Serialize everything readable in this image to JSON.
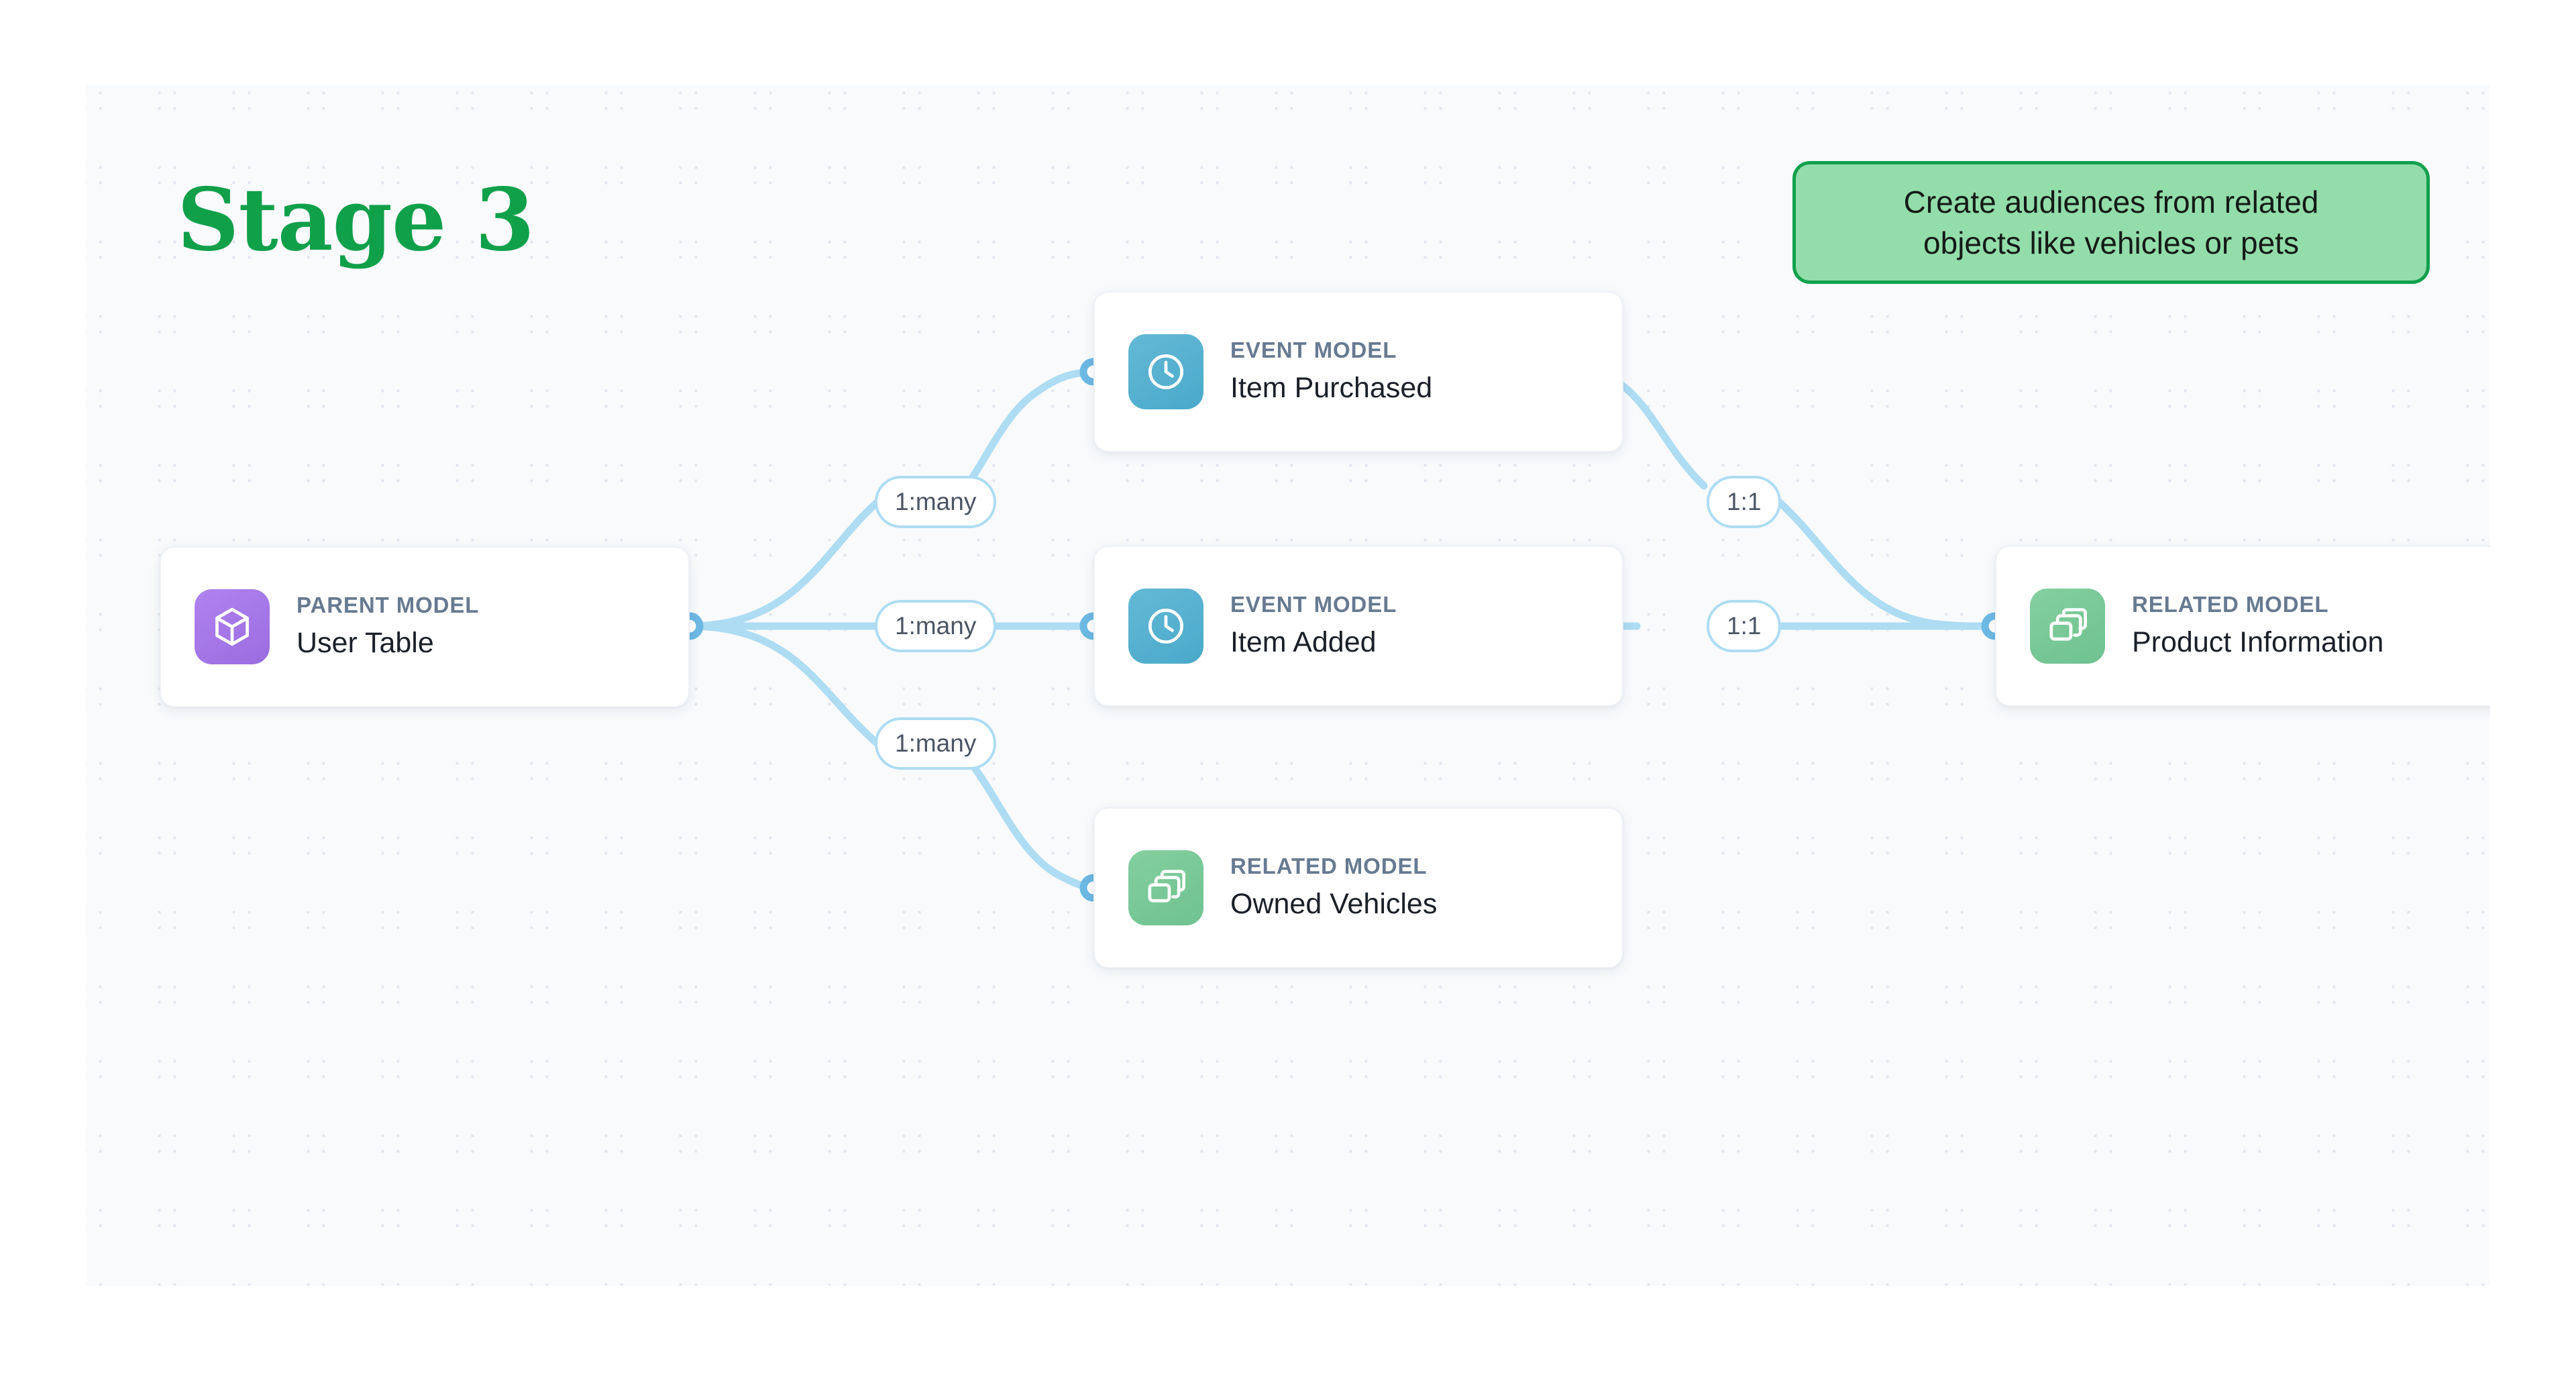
{
  "page": {
    "title": "Stage 3",
    "background": "#ffffff",
    "canvas_background": "#f8fafc",
    "title_color": "#10a04a"
  },
  "callout": {
    "lines": [
      "Create audiences from related",
      "objects like vehicles or pets"
    ],
    "fill": "#93ddaa",
    "border": "#12a04c"
  },
  "nodes": [
    {
      "id": "parent",
      "kind": "PARENT MODEL",
      "title": "User Table",
      "icon": "cube-icon",
      "icon_color": "#9a6ce0"
    },
    {
      "id": "event-purchased",
      "kind": "EVENT MODEL",
      "title": "Item Purchased",
      "icon": "clock-icon",
      "icon_color": "#4aa9c9"
    },
    {
      "id": "event-added",
      "kind": "EVENT MODEL",
      "title": "Item Added",
      "icon": "clock-icon",
      "icon_color": "#4aa9c9"
    },
    {
      "id": "related-vehicles",
      "kind": "RELATED MODEL",
      "title": "Owned Vehicles",
      "icon": "layers-icon",
      "icon_color": "#6fc290"
    },
    {
      "id": "related-product",
      "kind": "RELATED MODEL",
      "title": "Product Information",
      "icon": "layers-icon",
      "icon_color": "#6fc290"
    }
  ],
  "relationships": [
    {
      "id": "rel-1",
      "label": "1:many",
      "from": "parent",
      "to": "event-purchased"
    },
    {
      "id": "rel-2",
      "label": "1:many",
      "from": "parent",
      "to": "event-added"
    },
    {
      "id": "rel-3",
      "label": "1:many",
      "from": "parent",
      "to": "related-vehicles"
    },
    {
      "id": "rel-4",
      "label": "1:1",
      "from": "event-purchased",
      "to": "related-product"
    },
    {
      "id": "rel-5",
      "label": "1:1",
      "from": "event-added",
      "to": "related-product"
    }
  ],
  "edge_color": "#addcf3",
  "port_color": "#6cb9e3"
}
